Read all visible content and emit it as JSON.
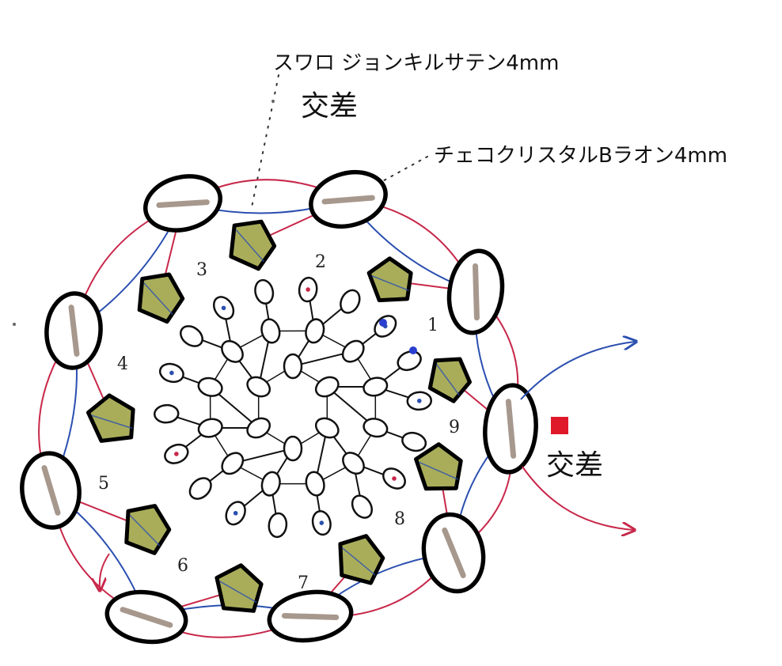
{
  "annotations": {
    "swarovski_label": "スワロ ジョンキルサテン4mm",
    "top_cross_label": "交差",
    "czech_label": "チェコクリスタルBラオン4mm",
    "right_cross_label": "交差"
  },
  "segment_numbers": [
    "1",
    "2",
    "3",
    "4",
    "5",
    "6",
    "7",
    "8",
    "9"
  ],
  "colors": {
    "thread_red": "#c8284a",
    "thread_blue": "#2a4fb0",
    "bicone_fill": "#a9ad5a",
    "crystal_stripe": "#8a7668",
    "cross_marker": "#e0192a"
  }
}
